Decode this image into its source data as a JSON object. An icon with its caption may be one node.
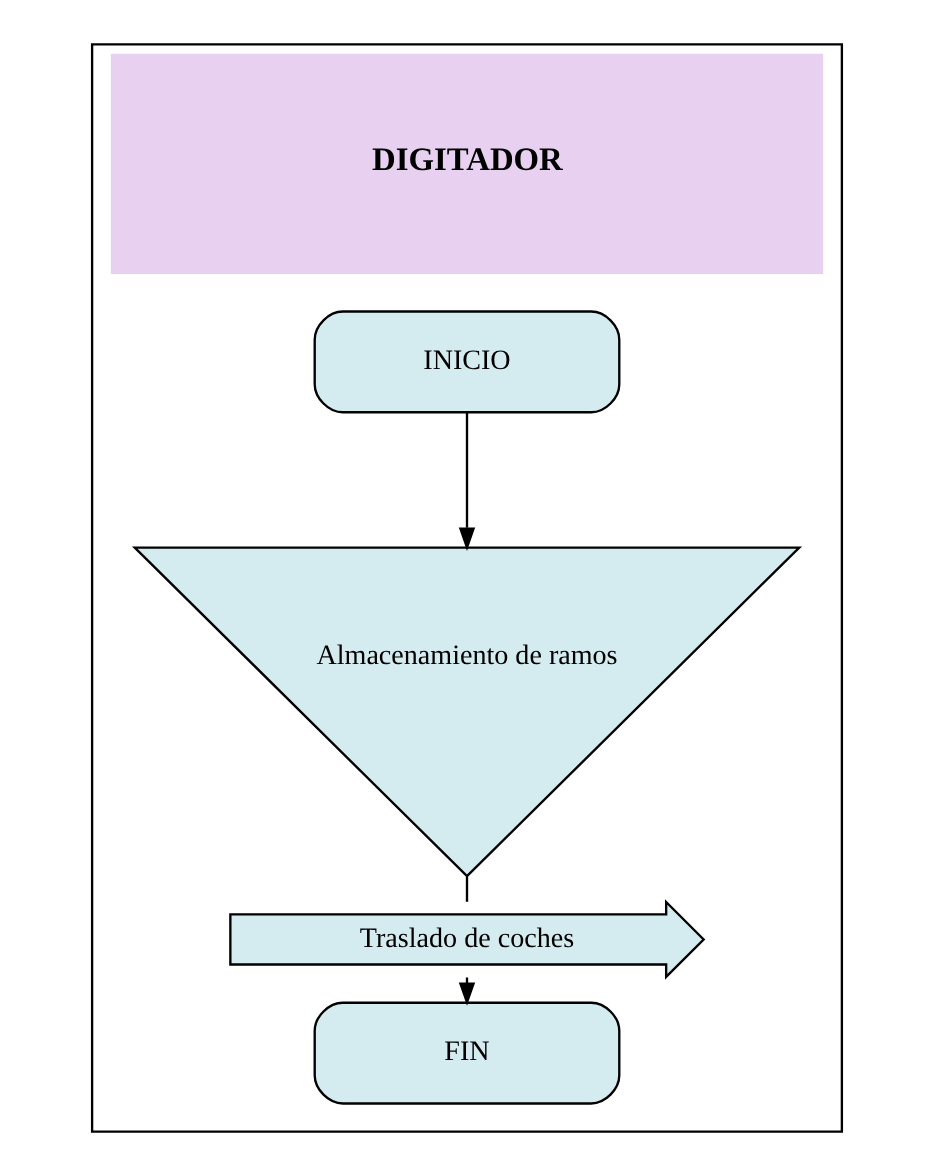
{
  "diagram": {
    "nodes": [
      {
        "text": [
          "DIGITADOR"
        ]
      },
      {
        "text": [
          "INICIO"
        ],
        "in": 0
      },
      {
        "text": [
          "Almacenamiento de ramos"
        ],
        "in": 0
      },
      {
        "text": [
          "Traslado de coches"
        ],
        "in": 0
      },
      {
        "text": [
          "FIN"
        ],
        "in": 0
      }
    ],
    "edges": [
      {
        "from": 1,
        "to": 2,
        "arrow": "to"
      },
      {
        "from": 2,
        "to": 3,
        "arrow": "none"
      },
      {
        "from": 3,
        "to": 4,
        "arrow": "to"
      }
    ]
  }
}
